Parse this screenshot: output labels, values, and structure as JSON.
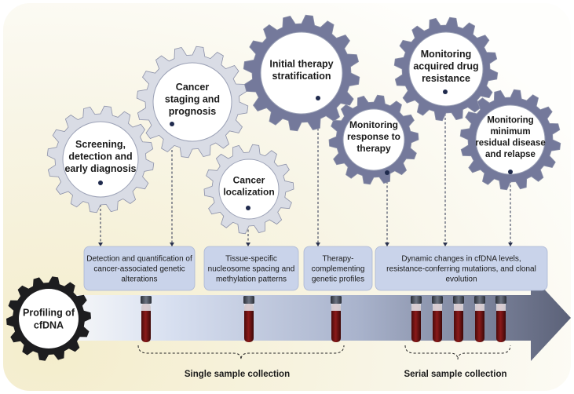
{
  "gears": [
    {
      "id": "screening",
      "lines": [
        "Screening,",
        "detection and",
        "early diagnosis"
      ]
    },
    {
      "id": "staging",
      "lines": [
        "Cancer",
        "staging and",
        "prognosis"
      ]
    },
    {
      "id": "localization",
      "lines": [
        "Cancer",
        "localization"
      ]
    },
    {
      "id": "initial-therapy",
      "lines": [
        "Initial therapy",
        "stratification"
      ]
    },
    {
      "id": "response",
      "lines": [
        "Monitoring",
        "response to",
        "therapy"
      ]
    },
    {
      "id": "resistance",
      "lines": [
        "Monitoring",
        "acquired drug",
        "resistance"
      ]
    },
    {
      "id": "mrd",
      "lines": [
        "Monitoring",
        "minimum",
        "residual disease",
        "and relapse"
      ]
    }
  ],
  "boxes": [
    {
      "id": "genetic-alterations",
      "lines": [
        "Detection and quantification of",
        "cancer-associated genetic",
        "alterations"
      ]
    },
    {
      "id": "nucleosome",
      "lines": [
        "Tissue-specific",
        "nucleosome spacing and",
        "methylation patterns"
      ]
    },
    {
      "id": "therapy-profiles",
      "lines": [
        "Therapy-",
        "complementing",
        "genetic profiles"
      ]
    },
    {
      "id": "dynamic-changes",
      "lines": [
        "Dynamic changes in cfDNA levels,",
        "resistance-conferring mutations, and clonal",
        "evolution"
      ]
    }
  ],
  "profiling": {
    "lines": [
      "Profiling of",
      "cfDNA"
    ]
  },
  "captions": {
    "single": "Single sample collection",
    "serial": "Serial sample collection"
  },
  "colors": {
    "gear_light": "#d9dce5",
    "gear_dark": "#74799b",
    "gear_black": "#1d1d1f",
    "box_fill": "#c9d3ea",
    "blood": "#6e1111",
    "arrow_dark": "#5b6178"
  }
}
